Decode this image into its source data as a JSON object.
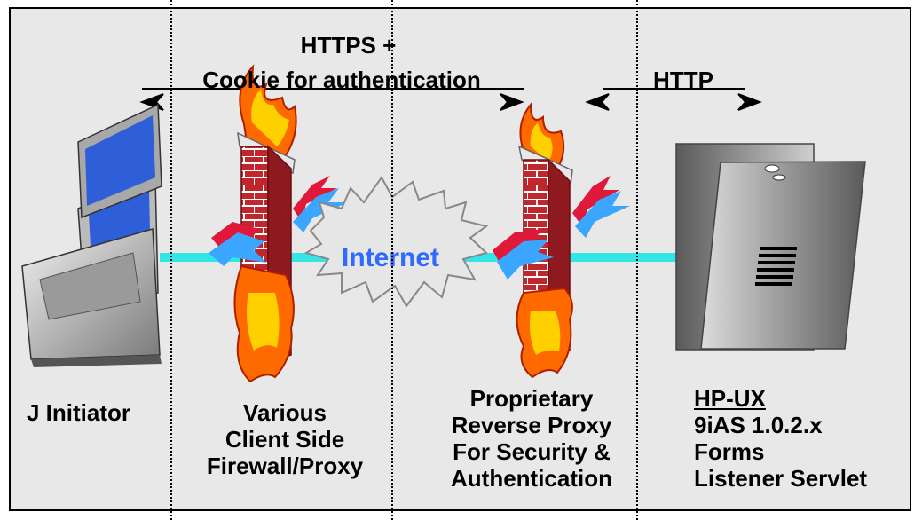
{
  "top": {
    "https_line1": "HTTPS +",
    "https_line2": "Cookie for authentication",
    "http": "HTTP"
  },
  "cloud": {
    "label": "Internet"
  },
  "labels": {
    "client": "J Initiator",
    "client_firewall": [
      "Various",
      "Client Side",
      "Firewall/Proxy"
    ],
    "reverse_proxy": [
      "Proprietary",
      "Reverse Proxy",
      "For Security &",
      "Authentication"
    ],
    "server_title": "HP-UX",
    "server": [
      "9iAS 1.0.2.x",
      "Forms",
      "Listener Servlet"
    ]
  },
  "colors": {
    "background": "#e8e8e8",
    "cable": "#33e5e5",
    "brick": "#c0272d",
    "fire": "#ff6a00",
    "cloud_text": "#2f6bff",
    "laptop_screen": "#2f5fd8"
  },
  "icons": [
    "laptop-icon",
    "firewall-icon",
    "cloud-icon",
    "server-icon",
    "lightning-icon",
    "arrow-icon"
  ]
}
